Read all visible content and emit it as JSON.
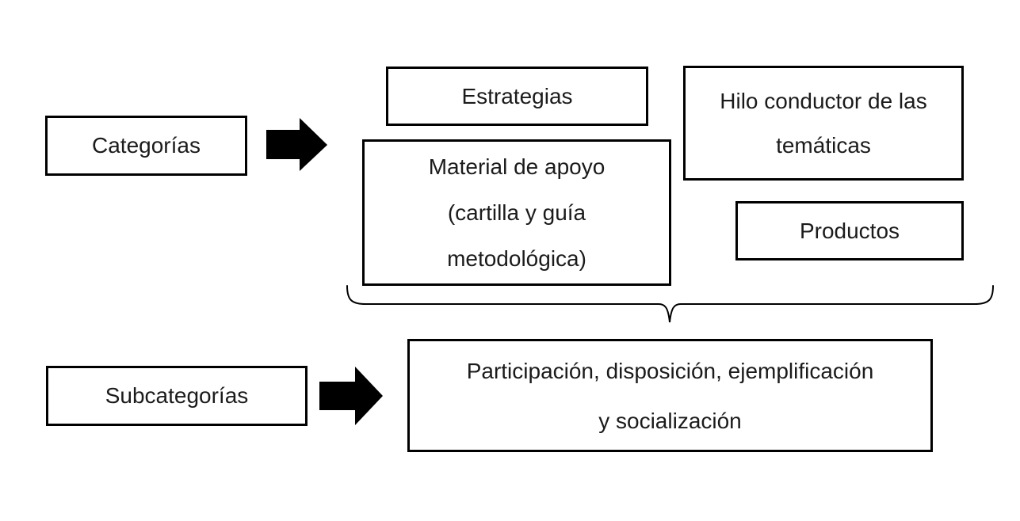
{
  "colors": {
    "background": "#ffffff",
    "box_border": "#000000",
    "text": "#1b1b1b",
    "arrow_fill": "#000000",
    "brace_stroke": "#000000"
  },
  "rows": {
    "categories": {
      "label_box": {
        "lines": [
          "Categorías"
        ]
      },
      "arrow_icon": "right-arrow",
      "boxes": {
        "estrategias": {
          "lines": [
            "Estrategias"
          ]
        },
        "material_apoyo": {
          "lines": [
            "Material de apoyo",
            "(cartilla y guía",
            "metodológica)"
          ]
        },
        "hilo_conductor": {
          "lines": [
            "Hilo conductor de las",
            "temáticas"
          ]
        },
        "productos": {
          "lines": [
            "Productos"
          ]
        }
      },
      "grouping": "brace-under-boxes"
    },
    "subcategories": {
      "label_box": {
        "lines": [
          "Subcategorías"
        ]
      },
      "arrow_icon": "right-arrow",
      "boxes": {
        "participacion": {
          "lines": [
            "Participación, disposición, ejemplificación",
            "y socialización"
          ]
        }
      }
    }
  }
}
